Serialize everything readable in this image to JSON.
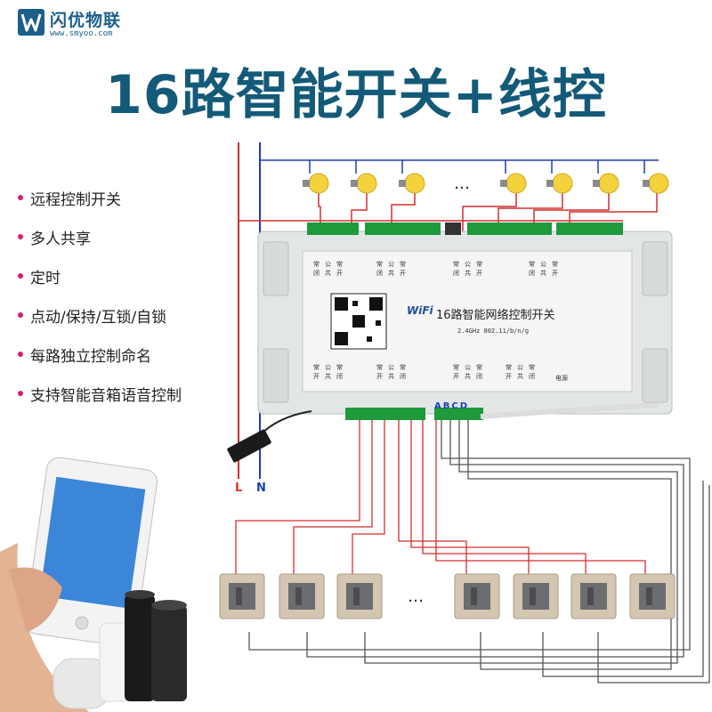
{
  "brand": {
    "name": "闪优物联",
    "url": "www.smyoo.com"
  },
  "headline": "16路智能开关+线控",
  "features": [
    "远程控制开关",
    "多人共享",
    "定时",
    "点动/保持/互锁/自锁",
    "每路独立控制命名",
    "支持智能音箱语音控制"
  ],
  "wiring": {
    "live_label": "L",
    "neutral_label": "N",
    "input_labels": "ABCD",
    "ellipsis": "…"
  },
  "device": {
    "wifi_label": "WiFi",
    "title": "16路智能网络控制开关",
    "spec": "2.4GHz 802.11/b/n/g",
    "power_label": "电源",
    "top_terminal_labels": [
      "常闭",
      "公共",
      "常开",
      "常闭",
      "公共",
      "常开",
      "常闭",
      "公共",
      "常开",
      "常闭",
      "公共",
      "常开"
    ],
    "bottom_terminal_labels": [
      "常开",
      "公共",
      "常闭",
      "常开",
      "公共",
      "常闭",
      "常开",
      "公共",
      "常闭",
      "常开",
      "公共",
      "常闭"
    ]
  },
  "colors": {
    "headline": "#135a78",
    "bullet": "#d81b7c",
    "live_wire": "#d32f2f",
    "neutral_wire": "#1a3fb0",
    "device_body": "#e2e6e4",
    "terminal_green": "#1e9a3c"
  }
}
